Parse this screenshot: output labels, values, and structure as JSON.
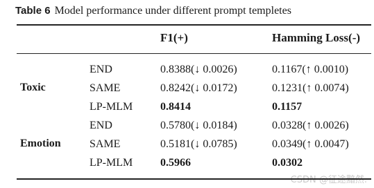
{
  "caption": {
    "label": "Table 6",
    "text": "Model performance under different prompt templetes"
  },
  "headers": {
    "f1": "F1(+)",
    "hamming": "Hamming Loss(-)"
  },
  "groups": [
    {
      "name": "Toxic",
      "rows": [
        {
          "template": "END",
          "f1": "0.8388(↓ 0.0026)",
          "hamming": "0.1167(↑ 0.0010)",
          "best": false
        },
        {
          "template": "SAME",
          "f1": "0.8242(↓ 0.0172)",
          "hamming": "0.1231(↑ 0.0074)",
          "best": false
        },
        {
          "template": "LP-MLM",
          "f1": "0.8414",
          "hamming": "0.1157",
          "best": true
        }
      ]
    },
    {
      "name": "Emotion",
      "rows": [
        {
          "template": "END",
          "f1": "0.5780(↓ 0.0184)",
          "hamming": "0.0328(↑ 0.0026)",
          "best": false
        },
        {
          "template": "SAME",
          "f1": "0.5181(↓ 0.0785)",
          "hamming": "0.0349(↑ 0.0047)",
          "best": false
        },
        {
          "template": "LP-MLM",
          "f1": "0.5966",
          "hamming": "0.0302",
          "best": true
        }
      ]
    }
  ],
  "watermark": "CSDN @征途黯然."
}
